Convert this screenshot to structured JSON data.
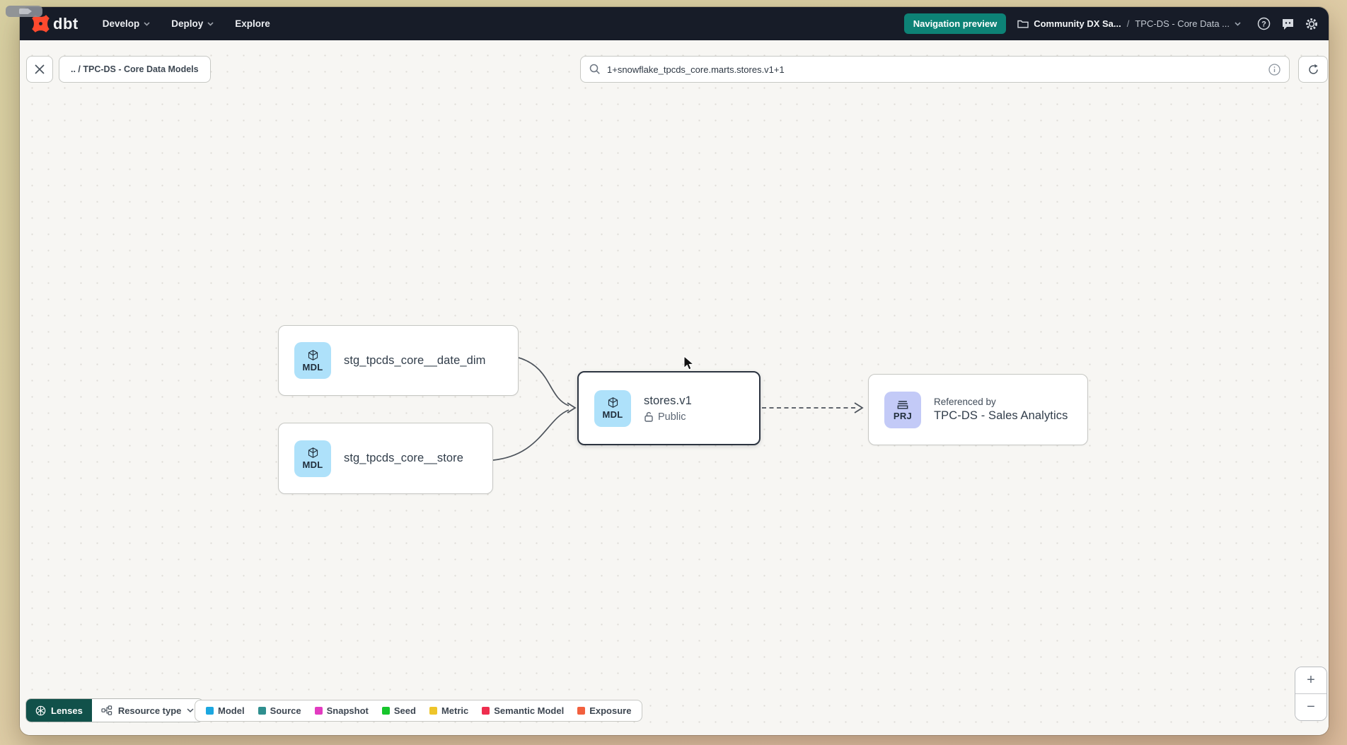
{
  "navbar": {
    "logo_text": "dbt",
    "menus": [
      {
        "label": "Develop"
      },
      {
        "label": "Deploy"
      },
      {
        "label": "Explore"
      }
    ],
    "preview_button_label": "Navigation preview",
    "breadcrumb_project": "Community DX Sa...",
    "breadcrumb_separator": "/",
    "breadcrumb_page": "TPC-DS - Core Data ...",
    "colors": {
      "bar_bg": "#171c28",
      "preview_teal": "#0d8276",
      "logo_orange": "#ff4a2e"
    }
  },
  "toolbar": {
    "breadcrumb_chip": ".. / TPC-DS - Core Data Models",
    "search_value": "1+snowflake_tpcds_core.marts.stores.v1+1"
  },
  "graph": {
    "nodes": [
      {
        "badge": "MDL",
        "title": "stg_tpcds_core__date_dim"
      },
      {
        "badge": "MDL",
        "title": "stg_tpcds_core__store"
      },
      {
        "badge": "MDL",
        "title": "stores.v1",
        "access_label": "Public",
        "selected": true
      },
      {
        "badge": "PRJ",
        "eyebrow": "Referenced by",
        "title": "TPC-DS - Sales Analytics"
      }
    ],
    "badge_colors": {
      "model": "#aee1fa",
      "project": "#c3caf7"
    }
  },
  "footer": {
    "lenses_label": "Lenses",
    "resource_type_label": "Resource type",
    "legend": [
      {
        "label": "Model",
        "color": "#1ca7e0"
      },
      {
        "label": "Source",
        "color": "#2f8f8f"
      },
      {
        "label": "Snapshot",
        "color": "#e23bc0"
      },
      {
        "label": "Seed",
        "color": "#17c52c"
      },
      {
        "label": "Metric",
        "color": "#eec52a"
      },
      {
        "label": "Semantic Model",
        "color": "#ee2e4e"
      },
      {
        "label": "Exposure",
        "color": "#f2603e"
      }
    ],
    "zoom_in_label": "+",
    "zoom_out_label": "−"
  }
}
